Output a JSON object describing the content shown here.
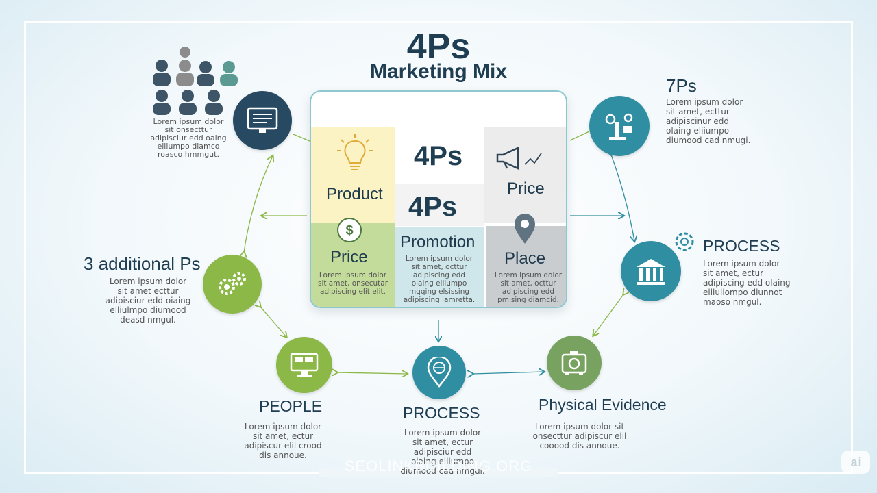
{
  "header": {
    "title": "4Ps",
    "subtitle": "Marketing Mix"
  },
  "panel": {
    "center_top": "4Ps",
    "center_mid": "4Ps",
    "tiles": [
      {
        "label": "Product",
        "icon": "lightbulb-icon"
      },
      {
        "label": "Price",
        "icon": "megaphone-icon"
      },
      {
        "label": "Price",
        "icon": "dollar-icon",
        "text": "Lorem ipsum dolor sit amet, onsecutar adipiscing elit elit."
      },
      {
        "label": "Promotion",
        "text": "Lorem ipsum dolor sit amet, octtur adipiscing edd oiaing elliumpo mqqing elsissing adipiscing lamretta."
      },
      {
        "label": "Place",
        "icon": "location-pin-icon",
        "text": "Lorem ipsum dolor sit amet, octtur adipiscing edd pmising diamcid."
      }
    ]
  },
  "nodes": {
    "top_left": {
      "icon": "monitor-icon",
      "text": "Lorem ipsum dolor sit onsecttur adipisciur edd oaing elliumpo diamco roasco hmmgut."
    },
    "top_right": {
      "heading": "7Ps",
      "icon": "gears-tools-icon",
      "text": "Lorem ipsum dolor sit amet, ecttur adipiscinur edd olaing eliiumpo diumood cad nmugi."
    },
    "left": {
      "heading": "3 additional Ps",
      "icon": "gears-icon",
      "text": "Lorem ipsum dolor sit amet ecttur adipisciur edd oiaing elliulmpo diumood deasd nmgul."
    },
    "right": {
      "heading": "PROCESS",
      "icon": "building-icon",
      "text": "Lorem ipsum dolor sit amet, ectur adipiscing edd olaing eiiiuliompo diunnot maoso nmgul."
    },
    "bottom_left": {
      "heading": "PEOPLE",
      "icon": "computer-icon",
      "text": "Lorem ipsum dolor sit amet, ectur adipiscur elil crood dis annoue."
    },
    "bottom_center": {
      "heading": "PROCESS",
      "icon": "globe-pin-icon",
      "text": "Lorem ipsum dolor sit amet, ectur adipisciur edd oiaing elliumpo diumood cad nmgul."
    },
    "bottom_right": {
      "heading": "Physical Evidence",
      "icon": "machine-icon",
      "text": "Lorem ipsum dolor sit onsecttur adipiscur elil cooood dis annoue."
    }
  },
  "watermark": "SEOLINKBUILDING.ORG",
  "badge": "ai",
  "colors": {
    "navy": "#274a62",
    "teal": "#2f8ea1",
    "lime": "#8bb846",
    "sage": "#78a260"
  }
}
